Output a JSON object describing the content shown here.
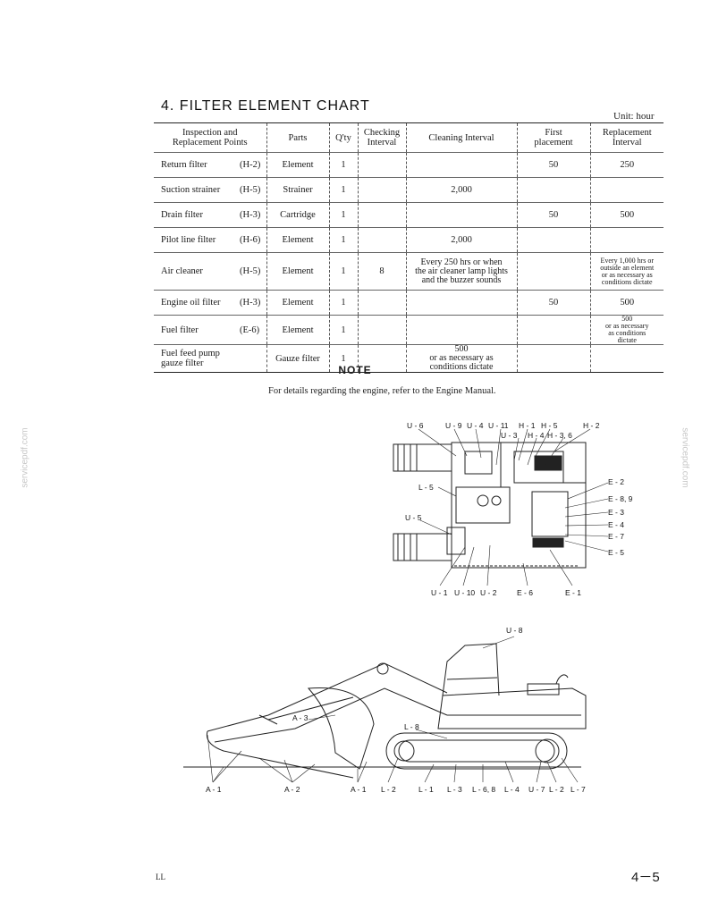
{
  "section_title": "4.  FILTER ELEMENT CHART",
  "unit": "Unit: hour",
  "table": {
    "headers": {
      "point": [
        "Inspection and",
        "Replacement Points"
      ],
      "parts": "Parts",
      "qty": "Q'ty",
      "checking": [
        "Checking",
        "Interval"
      ],
      "cleaning": "Cleaning Interval",
      "first": [
        "First",
        "placement"
      ],
      "replacement": [
        "Replacement",
        "Interval"
      ]
    },
    "rows": [
      {
        "name": "Return filter",
        "code": "(H-2)",
        "parts": "Element",
        "qty": "1",
        "checking": "",
        "cleaning": "",
        "first": "50",
        "replacement": "250"
      },
      {
        "name": "Suction strainer",
        "code": "(H-5)",
        "parts": "Strainer",
        "qty": "1",
        "checking": "",
        "cleaning": "2,000",
        "first": "",
        "replacement": ""
      },
      {
        "name": "Drain filter",
        "code": "(H-3)",
        "parts": "Cartridge",
        "qty": "1",
        "checking": "",
        "cleaning": "",
        "first": "50",
        "replacement": "500"
      },
      {
        "name": "Pilot line filter",
        "code": "(H-6)",
        "parts": "Element",
        "qty": "1",
        "checking": "",
        "cleaning": "2,000",
        "first": "",
        "replacement": ""
      },
      {
        "name": "Air cleaner",
        "code": "(H-5)",
        "parts": "Element",
        "qty": "1",
        "checking": "8",
        "cleaning": [
          "Every 250 hrs or when",
          "the air cleaner lamp lights",
          "and the buzzer sounds"
        ],
        "first": "",
        "replacement": [
          "Every 1,000 hrs or",
          "outside an element",
          "or as necessary as",
          "conditions dictate"
        ]
      },
      {
        "name": "Engine oil filter",
        "code": "(H-3)",
        "parts": "Element",
        "qty": "1",
        "checking": "",
        "cleaning": "",
        "first": "50",
        "replacement": "500"
      },
      {
        "name": "Fuel filter",
        "code": "(E-6)",
        "parts": "Element",
        "qty": "1",
        "checking": "",
        "cleaning": "",
        "first": "",
        "replacement": [
          "500",
          "or as necessary",
          "as conditions",
          "dictate"
        ]
      },
      {
        "name": [
          "Fuel feed pump",
          "gauze filter"
        ],
        "code": "",
        "parts": "Gauze filter",
        "qty": "1",
        "checking": "",
        "cleaning": [
          "500",
          "or as necessary as",
          "conditions dictate"
        ],
        "first": "",
        "replacement": ""
      }
    ]
  },
  "note": {
    "heading": "NOTE",
    "text": "For details regarding the engine, refer to the Engine Manual."
  },
  "top_view_labels": {
    "top": [
      "U - 6",
      "U - 9",
      "U - 4",
      "U - 11",
      "H - 1",
      "H - 5",
      "H - 2",
      "U - 3",
      "H - 4",
      "H - 3, 6"
    ],
    "left": [
      "L - 5",
      "U - 5"
    ],
    "right": [
      "E - 2",
      "E - 8, 9",
      "E - 3",
      "E - 4",
      "E - 7",
      "E - 5"
    ],
    "bottom": [
      "U - 1",
      "U - 10",
      "U - 2",
      "E - 6",
      "E - 1"
    ]
  },
  "side_view_labels": {
    "top": [
      "U - 8",
      "A - 3",
      "L - 8"
    ],
    "bottom": [
      "A - 1",
      "A - 2",
      "A - 1",
      "L - 2",
      "L - 1",
      "L - 3",
      "L - 6, 8",
      "L - 4",
      "U - 7",
      "L - 2",
      "L - 7"
    ]
  },
  "watermark": "servicepdf.com",
  "footer": {
    "left": "LL",
    "page": "4－5"
  }
}
